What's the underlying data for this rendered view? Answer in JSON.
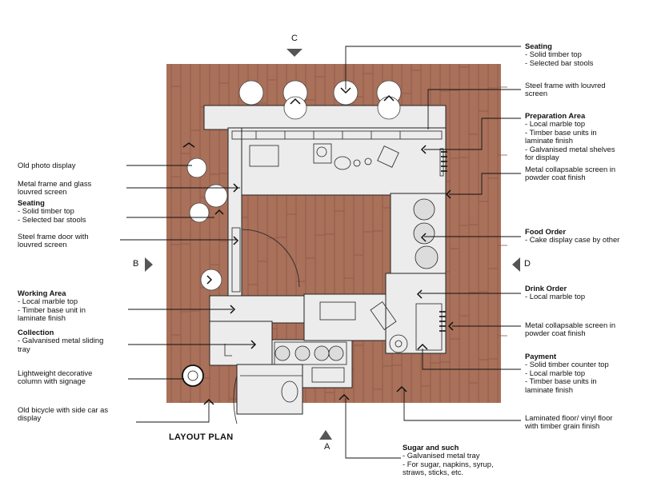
{
  "title": "LAYOUT PLAN",
  "sections": {
    "a": "A",
    "b": "B",
    "c": "C",
    "d": "D"
  },
  "colors": {
    "floor": "#a9705a",
    "plank": "#8f5846",
    "counter": "#ececec",
    "line": "#111111"
  },
  "left_notes": [
    {
      "heading": "",
      "lines": [
        "Old photo display"
      ]
    },
    {
      "heading": "",
      "lines": [
        "Metal frame and glass",
        "louvred screen"
      ]
    },
    {
      "heading": "Seating",
      "lines": [
        "- Solid timber top",
        "- Selected bar stools"
      ]
    },
    {
      "heading": "",
      "lines": [
        "Steel frame door with",
        "louvred screen"
      ]
    },
    {
      "heading": "Working Area",
      "lines": [
        "- Local marble top",
        "- Timber base unit in",
        "laminate finish"
      ]
    },
    {
      "heading": "Collection",
      "lines": [
        "- Galvanised metal sliding",
        "tray"
      ]
    },
    {
      "heading": "",
      "lines": [
        "Lightweight decorative",
        "column with signage"
      ]
    },
    {
      "heading": "",
      "lines": [
        "Old bicycle with side car as",
        "display"
      ]
    }
  ],
  "right_notes": [
    {
      "heading": "Seating",
      "lines": [
        "- Solid timber top",
        "- Selected bar stools"
      ]
    },
    {
      "heading": "",
      "lines": [
        "Steel frame with louvred",
        "screen"
      ]
    },
    {
      "heading": "Preparation Area",
      "lines": [
        "- Local marble top",
        "- Timber base units in",
        "laminate finish",
        "- Galvanised metal shelves",
        "for display"
      ]
    },
    {
      "heading": "",
      "lines": [
        "Metal collapsable screen in",
        "powder coat finish"
      ]
    },
    {
      "heading": "Food Order",
      "lines": [
        "- Cake display case by other"
      ]
    },
    {
      "heading": "Drink Order",
      "lines": [
        "- Local marble top"
      ]
    },
    {
      "heading": "",
      "lines": [
        "Metal collapsable screen in",
        "powder coat finish"
      ]
    },
    {
      "heading": "Payment",
      "lines": [
        "- Solid timber counter top",
        "- Local marble top",
        "- Timber base units in",
        "laminate finish"
      ]
    },
    {
      "heading": "",
      "lines": [
        "Laminated floor/ vinyl floor",
        "with timber grain finish"
      ]
    }
  ],
  "bottom_notes": [
    {
      "heading": "Sugar and such",
      "lines": [
        "- Galvanised metal tray",
        "- For sugar, napkins, syrup,",
        "straws, sticks, etc."
      ]
    }
  ]
}
